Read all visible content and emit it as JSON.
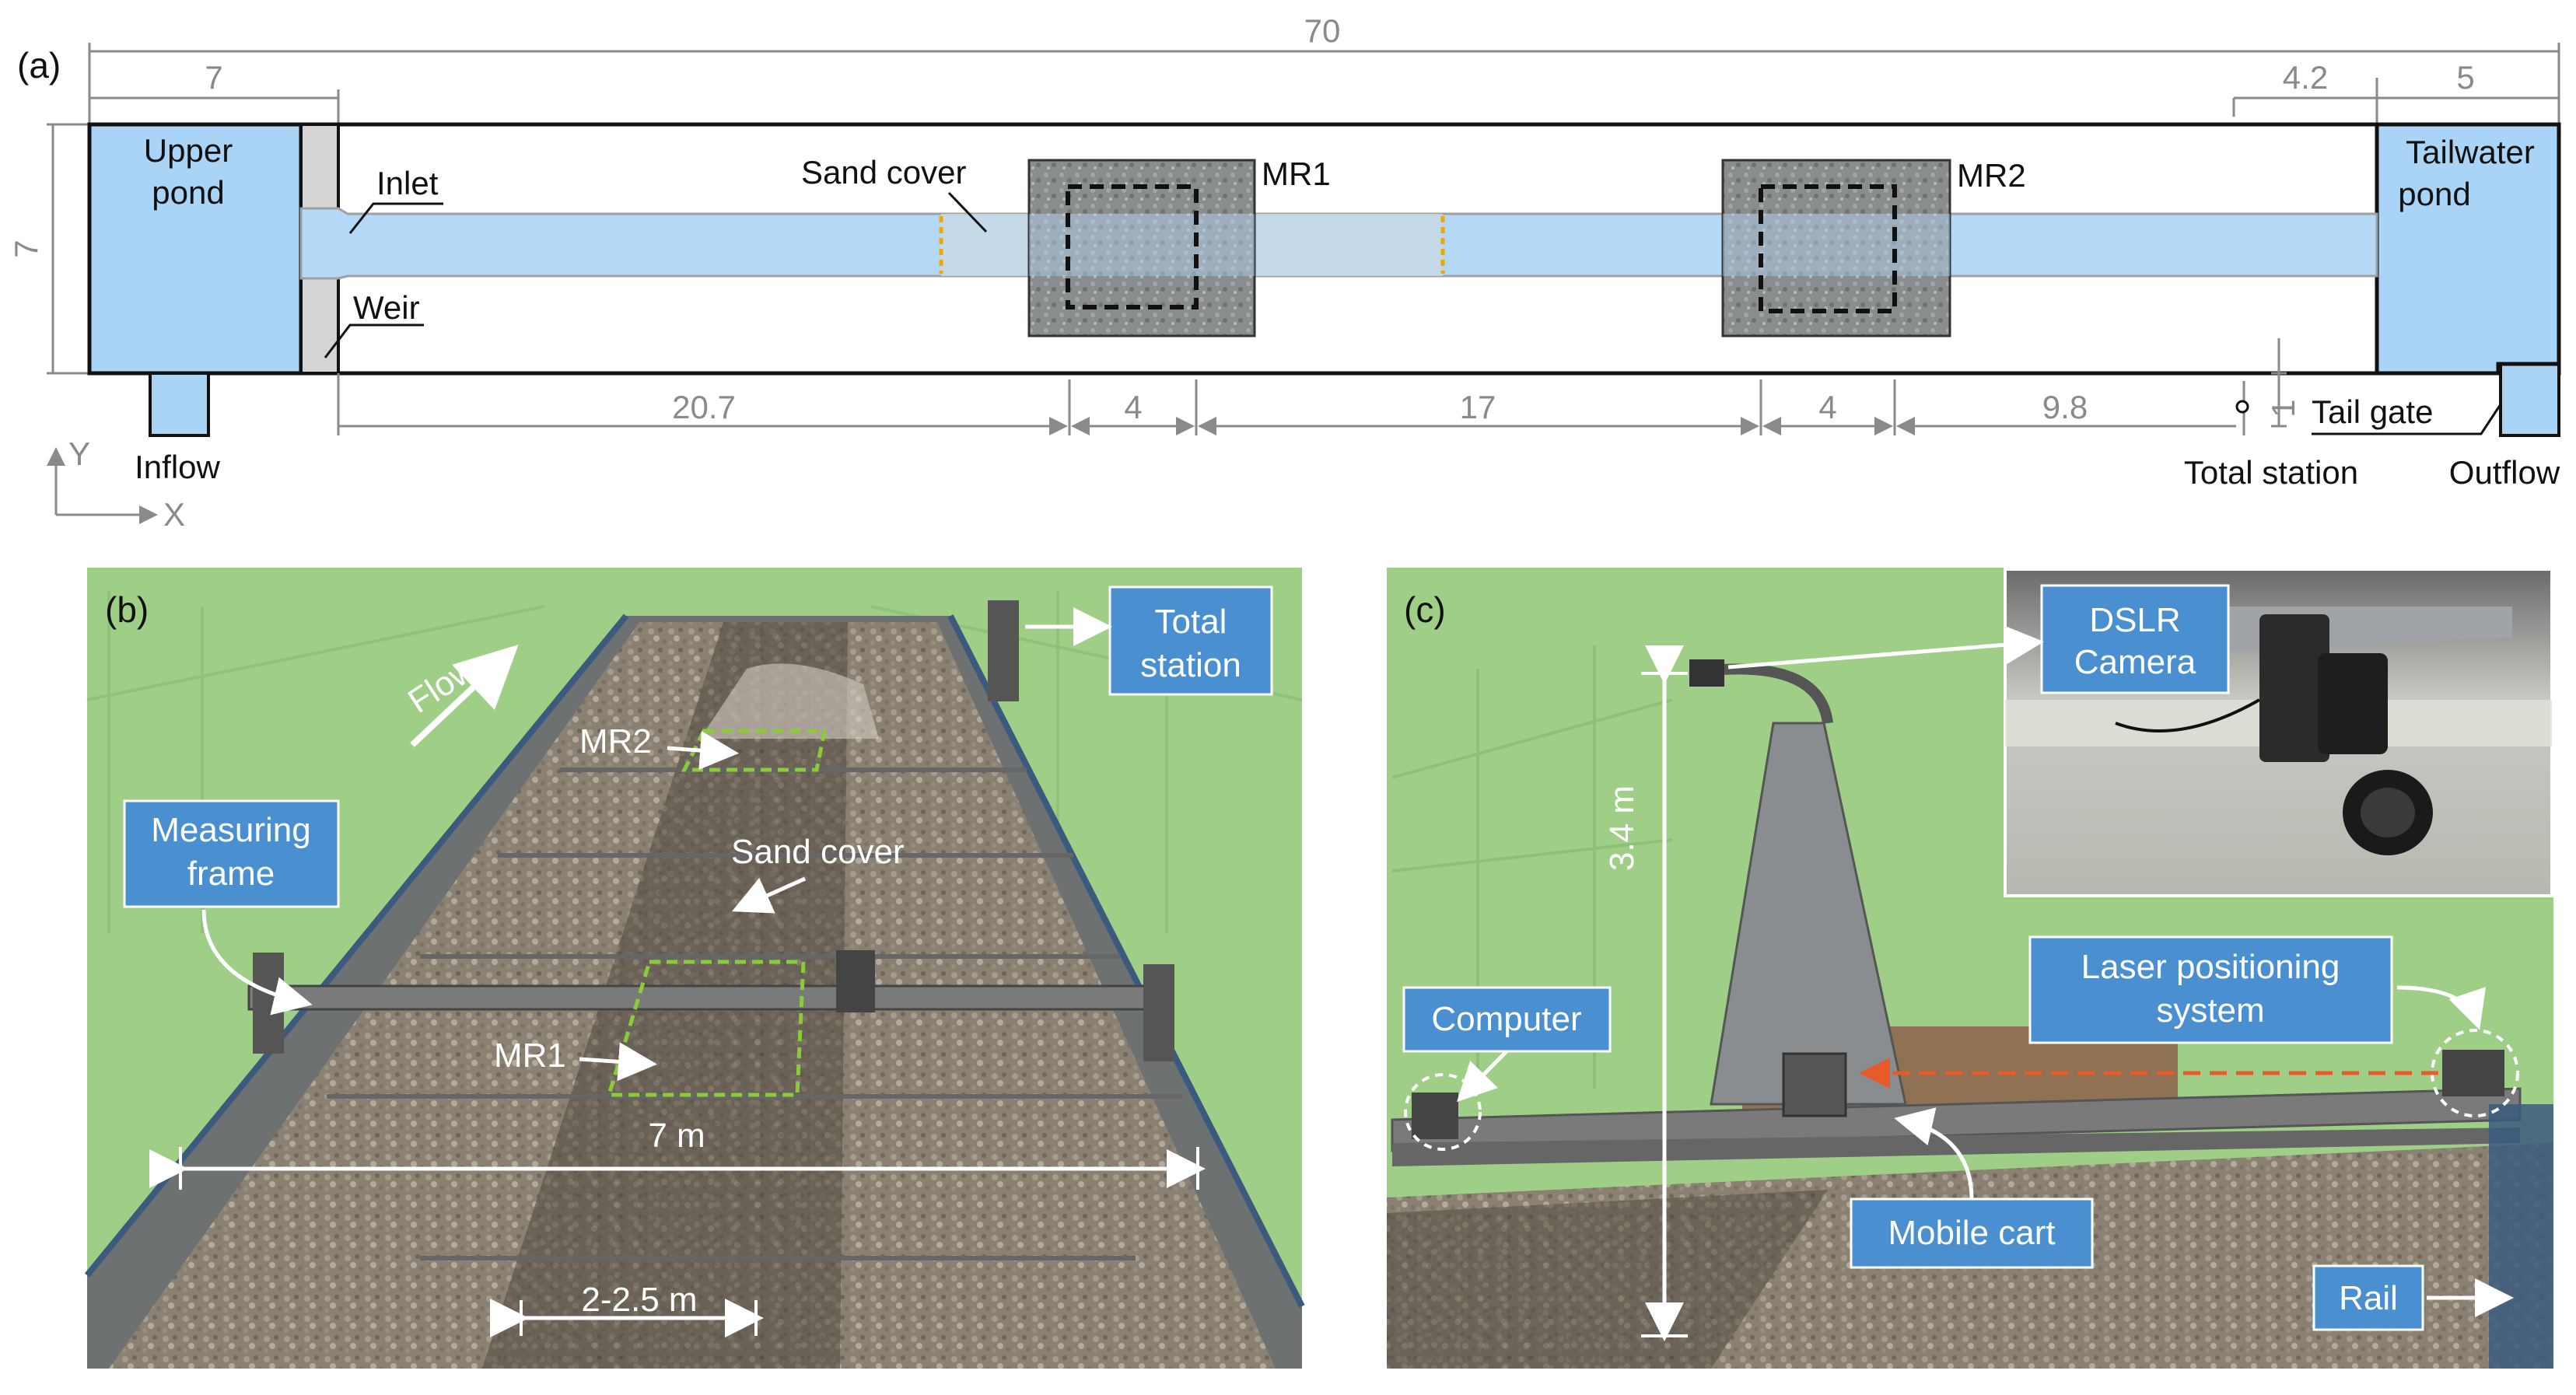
{
  "panel_a": {
    "panel_label": "(a)",
    "dim_total": "70",
    "dim_upper_len": "7",
    "dim_tail_offset": "4.2",
    "dim_tail_len": "5",
    "dim_width": "7",
    "upper_pond": [
      "Upper",
      "pond"
    ],
    "tailwater_pond": [
      "Tailwater",
      "pond"
    ],
    "inlet": "Inlet",
    "weir": "Weir",
    "sand_cover": "Sand cover",
    "mr1": "MR1",
    "mr2": "MR2",
    "bottom_dims": [
      "20.7",
      "4",
      "17",
      "4",
      "9.8"
    ],
    "station_offset": "1",
    "inflow": "Inflow",
    "total_station": "Total station",
    "tail_gate": "Tail gate",
    "outflow": "Outflow",
    "axis_y": "Y",
    "axis_x": "X"
  },
  "panel_b": {
    "panel_label": "(b)",
    "flow": "Flow",
    "total_station": [
      "Total",
      "station"
    ],
    "measuring_frame": [
      "Measuring",
      "frame"
    ],
    "mr2": "MR2",
    "mr1": "MR1",
    "sand_cover": "Sand cover",
    "width_dim": "7 m",
    "spacing_dim": "2-2.5 m"
  },
  "panel_c": {
    "panel_label": "(c)",
    "dslr": [
      "DSLR",
      "Camera"
    ],
    "height_dim": "3.4 m",
    "computer": "Computer",
    "laser": [
      "Laser positioning",
      "system"
    ],
    "mobile_cart": "Mobile cart",
    "rail": "Rail"
  },
  "colors": {
    "water": "#b3d9f7",
    "pond": "#a9d4f5",
    "label_box": "#4a8fcf",
    "green_overlay": "#9fcf86",
    "dims": "#8a8a8a",
    "laser_dash": "#e85a2a",
    "mr_dash": "#8acb3a"
  }
}
